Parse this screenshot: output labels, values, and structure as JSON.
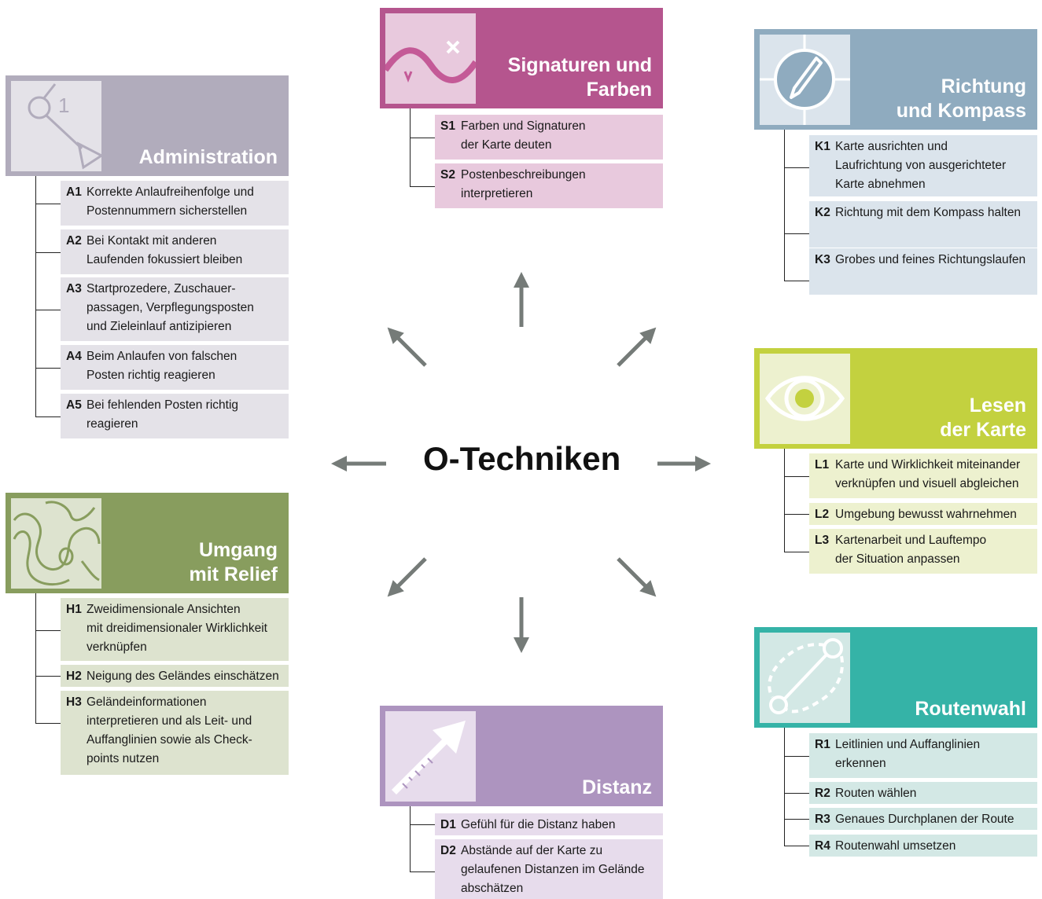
{
  "center": {
    "title": "O-Techniken"
  },
  "categories": [
    {
      "id": "signaturen",
      "title": "Signaturen und\nFarben",
      "icon": "map-symbol-icon",
      "color": "#b5558e",
      "light": "#e8c9dd",
      "items": [
        {
          "code": "S1",
          "text": "Farben und Signaturen\nder Karte deuten"
        },
        {
          "code": "S2",
          "text": "Postenbeschreibungen\ninterpretieren"
        }
      ]
    },
    {
      "id": "richtung",
      "title": "Richtung\nund Kompass",
      "icon": "compass-icon",
      "color": "#8fabbf",
      "light": "#dbe4ec",
      "items": [
        {
          "code": "K1",
          "text": "Karte ausrichten und\nLaufrichtung von ausgerichteter\nKarte abnehmen"
        },
        {
          "code": "K2",
          "text": "Richtung mit dem Kompass halten"
        },
        {
          "code": "K3",
          "text": "Grobes und feines Richtungslaufen"
        }
      ]
    },
    {
      "id": "administration",
      "title": "Administration",
      "icon": "control-route-icon",
      "color": "#b1acbc",
      "light": "#e4e2e8",
      "items": [
        {
          "code": "A1",
          "text": "Korrekte Anlaufreihenfolge und\nPostennummern sicherstellen"
        },
        {
          "code": "A2",
          "text": "Bei Kontakt mit anderen\nLaufenden fokussiert bleiben"
        },
        {
          "code": "A3",
          "text": "Startprozedere, Zuschauer-\npassagen, Verpflegungsposten\nund Zieleinlauf antizipieren"
        },
        {
          "code": "A4",
          "text": "Beim Anlaufen von falschen\nPosten richtig reagieren"
        },
        {
          "code": "A5",
          "text": "Bei fehlenden Posten richtig\nreagieren"
        }
      ]
    },
    {
      "id": "lesen",
      "title": "Lesen\nder Karte",
      "icon": "eye-icon",
      "color": "#c3d13f",
      "light": "#edf1cf",
      "items": [
        {
          "code": "L1",
          "text": "Karte und Wirklichkeit miteinander\nverknüpfen und visuell abgleichen"
        },
        {
          "code": "L2",
          "text": "Umgebung bewusst wahrnehmen"
        },
        {
          "code": "L3",
          "text": "Kartenarbeit und Lauftempo\nder Situation anpassen"
        }
      ]
    },
    {
      "id": "relief",
      "title": "Umgang\nmit Relief",
      "icon": "contour-lines-icon",
      "color": "#889d5e",
      "light": "#dde3cf",
      "items": [
        {
          "code": "H1",
          "text": "Zweidimensionale Ansichten\nmit dreidimensionaler Wirklichkeit\nverknüpfen"
        },
        {
          "code": "H2",
          "text": "Neigung des Geländes einschätzen"
        },
        {
          "code": "H3",
          "text": "Geländeinformationen\ninterpretieren und als Leit- und\nAuffanglinien sowie als Check-\npoints nutzen"
        }
      ]
    },
    {
      "id": "routenwahl",
      "title": "Routenwahl",
      "icon": "route-icon",
      "color": "#35b3a7",
      "light": "#d3e8e5",
      "items": [
        {
          "code": "R1",
          "text": "Leitlinien und Auffanglinien\nerkennen"
        },
        {
          "code": "R2",
          "text": "Routen wählen"
        },
        {
          "code": "R3",
          "text": "Genaues Durchplanen der Route"
        },
        {
          "code": "R4",
          "text": "Routenwahl umsetzen"
        }
      ]
    },
    {
      "id": "distanz",
      "title": "Distanz",
      "icon": "ruler-arrow-icon",
      "color": "#ad94bf",
      "light": "#e7dcec",
      "items": [
        {
          "code": "D1",
          "text": "Gefühl für die Distanz haben"
        },
        {
          "code": "D2",
          "text": "Abstände auf der Karte zu\ngelaufenen Distanzen im Gelände\nabschätzen"
        }
      ]
    }
  ]
}
